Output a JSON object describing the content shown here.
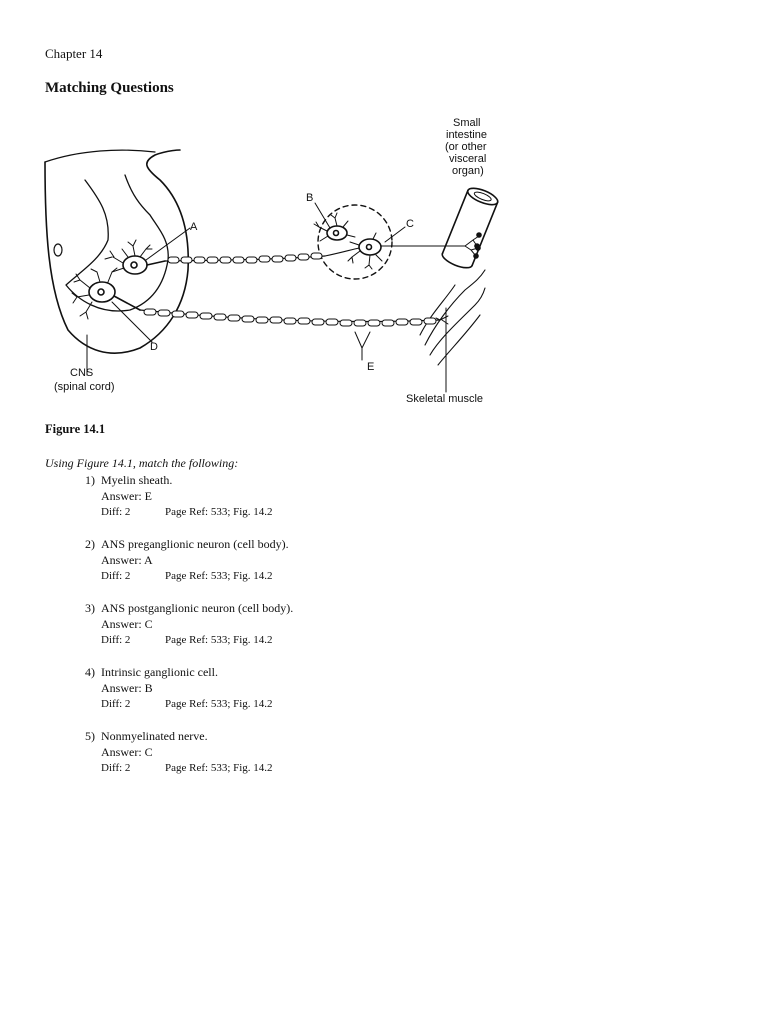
{
  "header": {
    "chapter": "Chapter 14",
    "section_title": "Matching Questions"
  },
  "figure": {
    "caption": "Figure 14.1",
    "labels": {
      "a": "A",
      "b": "B",
      "c": "C",
      "d": "D",
      "e": "E",
      "cns": "CNS",
      "cns_sub": "(spinal cord)",
      "intestine_1": "Small",
      "intestine_2": "intestine",
      "intestine_3": "(or other",
      "intestine_4": "visceral",
      "intestine_5": "organ)",
      "muscle": "Skeletal muscle"
    }
  },
  "instructions": "Using Figure 14.1, match the following:",
  "questions": [
    {
      "num": "1)",
      "text": "Myelin sheath.",
      "answer": "Answer: E",
      "diff": "Diff: 2",
      "ref": "Page Ref: 533; Fig. 14.2"
    },
    {
      "num": "2)",
      "text": "ANS preganglionic neuron (cell body).",
      "answer": "Answer: A",
      "diff": "Diff: 2",
      "ref": "Page Ref: 533; Fig. 14.2"
    },
    {
      "num": "3)",
      "text": "ANS postganglionic neuron (cell body).",
      "answer": "Answer: C",
      "diff": "Diff: 2",
      "ref": "Page Ref: 533; Fig. 14.2"
    },
    {
      "num": "4)",
      "text": "Intrinsic ganglionic cell.",
      "answer": "Answer: B",
      "diff": "Diff: 2",
      "ref": "Page Ref: 533; Fig. 14.2"
    },
    {
      "num": "5)",
      "text": "Nonmyelinated nerve.",
      "answer": "Answer: C",
      "diff": "Diff: 2",
      "ref": "Page Ref: 533; Fig. 14.2"
    }
  ]
}
